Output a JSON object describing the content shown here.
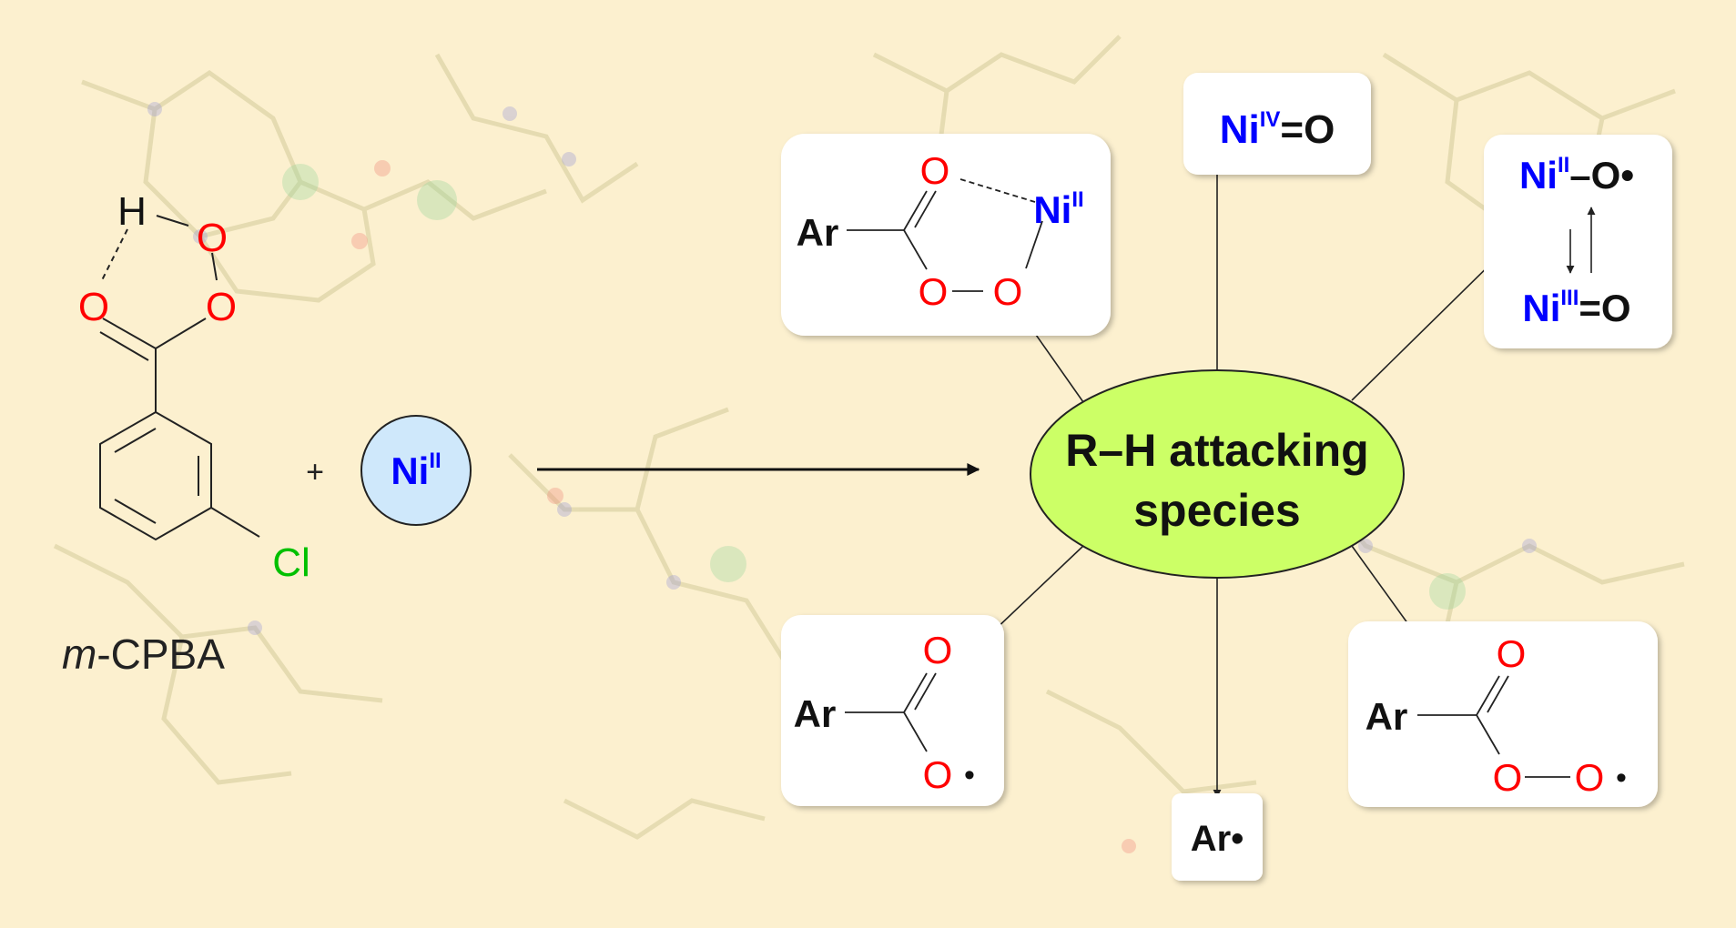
{
  "colors": {
    "background": "#fcf0cf",
    "oxygen": "#ff0000",
    "nickel": "#0000ff",
    "chlorine": "#00c000",
    "center_fill": "#ccff66",
    "ni_circle_fill": "#cfe8fb",
    "watermark": "#d8d2a8"
  },
  "reactant": {
    "name_italic": "m",
    "name_rest": "-CPBA",
    "atoms": {
      "h": "H",
      "o": "O",
      "cl": "Cl"
    },
    "plus": "+",
    "ni": {
      "base": "Ni",
      "ox": "II"
    }
  },
  "center": {
    "line1": "R–H attacking",
    "line2": "species"
  },
  "boxes": {
    "nickel_acylperoxo": {
      "ar": "Ar",
      "o": "O",
      "ni": "Ni",
      "ox": "II"
    },
    "nickel_oxo_iv": {
      "ni": "Ni",
      "ox": "IV",
      "rest": "=O"
    },
    "nickel_oxyl": {
      "top_ni": "Ni",
      "top_ox": "II",
      "top_rest": "–O•",
      "bottom_ni": "Ni",
      "bottom_ox": "III",
      "bottom_rest": "=O"
    },
    "aroyloxyl": {
      "ar": "Ar",
      "o": "O",
      "dot": "•"
    },
    "aryl_radical": {
      "label": "Ar•"
    },
    "aroylperoxyl": {
      "ar": "Ar",
      "o": "O",
      "dot": "•"
    }
  }
}
